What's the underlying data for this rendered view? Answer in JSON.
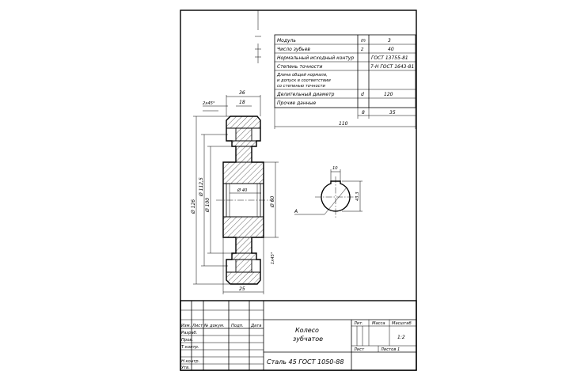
{
  "params_table": {
    "rows": [
      {
        "name": "Модуль",
        "symbol": "m",
        "value": "3"
      },
      {
        "name": "Число зубьев",
        "symbol": "z",
        "value": "40"
      },
      {
        "name": "Нормальный исходный контур",
        "symbol": "",
        "value": "ГОСТ 13755-81"
      },
      {
        "name": "Степень точности",
        "symbol": "",
        "value": "7-Н ГОСТ 1643-81"
      },
      {
        "name": "Делительный диаметр",
        "symbol": "d",
        "value": "120"
      },
      {
        "name": "Прочие данные",
        "symbol": "",
        "value": ""
      }
    ],
    "multiline_row": [
      "Длина общей нормали, ",
      "и допуск в соответствии",
      "со степенью точности"
    ],
    "bottom_dims": {
      "col1": "8",
      "col2": "35",
      "total": "110"
    }
  },
  "dimensions": {
    "width_top": "36",
    "width_sub": "18",
    "chamfer_top": "2x45°",
    "outer_diameter": "Ø 126",
    "root_diameter": "Ø 112,5",
    "hub_dia_1": "Ø 100",
    "hub_dia_2": "Ø 60",
    "bore_diameter": "Ø 40",
    "chamfer_bore": "1x45°",
    "hub_width": "25",
    "keyway_depth": "43,3",
    "keyway_width": "10",
    "leader_a": "А"
  },
  "title_block": {
    "rev_headers": [
      "Изм.",
      "Лист",
      "№ докум.",
      "Подп.",
      "Дата"
    ],
    "roles": [
      "Разраб.",
      "Пров.",
      "Т.контр.",
      "",
      "Н.контр.",
      "Утв."
    ],
    "title_line1": "Колесо",
    "title_line2": "зубчатое",
    "material": "Сталь 45 ГОСТ 1050-88",
    "lit_headers": [
      "Лит.",
      "Масса",
      "Масштаб"
    ],
    "scale": "1:2",
    "sheet_label": "Лист",
    "sheets_label": "Листов 1"
  }
}
